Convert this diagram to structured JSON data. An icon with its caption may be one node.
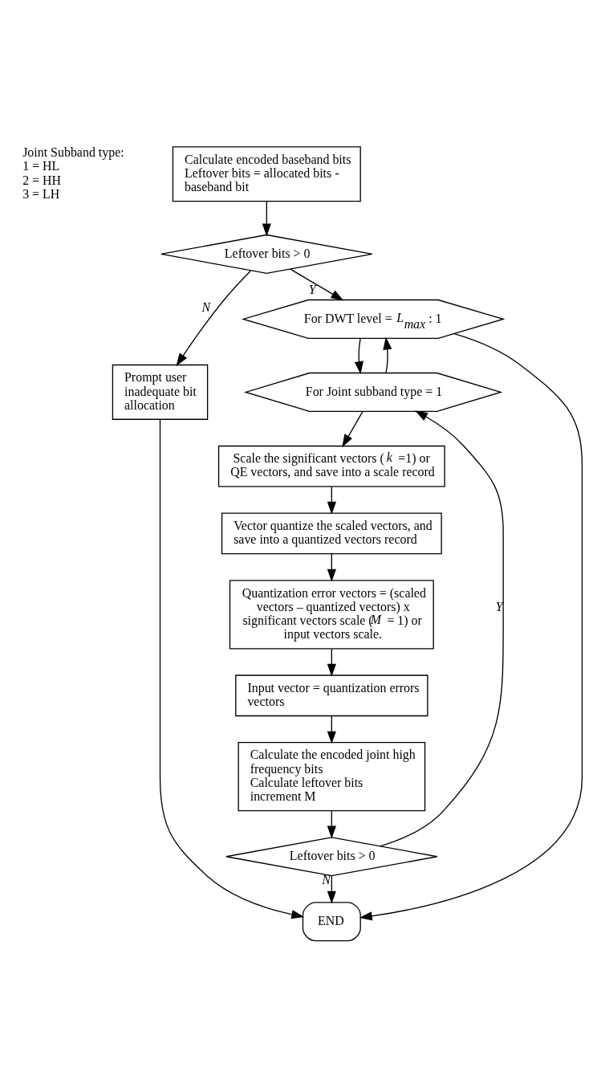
{
  "diagram": {
    "nodes": [
      {
        "text": [
          "Calculate encoded baseband bits",
          "Leftover bits = allocated bits - baseband bit"
        ]
      },
      {
        "text": [
          "Leftover bits > 0"
        ]
      },
      {
        "text": [
          "Prompt user inadequate bit allocation"
        ]
      },
      {
        "text": [
          "For DWT level = *L$_{max}$* : 1"
        ]
      },
      {
        "text": [
          "For Joint subband type = 1"
        ]
      },
      {
        "text": [
          "Scale the significant vectors (*k*=1) or QE vectors, and save into a scale record"
        ]
      },
      {
        "text": [
          "Vector quantize the scaled vectors, and save into a quantized vectors record"
        ]
      },
      {
        "text": [
          "Quantization error vectors = (scaled vectors – quantized vectors) x significant vectors scale (*M* = 1) or input vectors scale."
        ]
      },
      {
        "text": [
          "Input vector = quantization errors vectors"
        ]
      },
      {
        "text": [
          "Calculate the encoded joint high frequency bits",
          "Calculate leftover bits",
          "increment M"
        ]
      },
      {
        "text": [
          "Leftover bits > 0"
        ]
      },
      {
        "text": [
          "END"
        ]
      }
    ],
    "edges": [
      {
        "from": 0,
        "to": 1,
        "arrow": "to"
      },
      {
        "from": 1,
        "to": 2,
        "arrow": "to",
        "label": "N"
      },
      {
        "from": 1,
        "to": 3,
        "arrow": "to",
        "label": "Y"
      },
      {
        "from": 2,
        "to": 11,
        "arrow": "to"
      },
      {
        "from": 3,
        "to": 11,
        "arrow": "to"
      },
      {
        "from": 3,
        "to": 4,
        "arrow": "to"
      },
      {
        "from": 4,
        "to": 3,
        "arrow": "to"
      },
      {
        "from": 4,
        "to": 5,
        "arrow": "to"
      },
      {
        "from": 5,
        "to": 6,
        "arrow": "to"
      },
      {
        "from": 6,
        "to": 7,
        "arrow": "to"
      },
      {
        "from": 7,
        "to": 8,
        "arrow": "to"
      },
      {
        "from": 8,
        "to": 9,
        "arrow": "to"
      },
      {
        "from": 9,
        "to": 10,
        "arrow": "to"
      },
      {
        "from": 10,
        "to": 4,
        "arrow": "to",
        "label": "Y"
      },
      {
        "from": 10,
        "to": 11,
        "arrow": "to",
        "label": "N"
      }
    ],
    "labels": [
      "Joint Subband type:",
      "1 = HL",
      "2 = HH",
      "3 = LH"
    ]
  }
}
